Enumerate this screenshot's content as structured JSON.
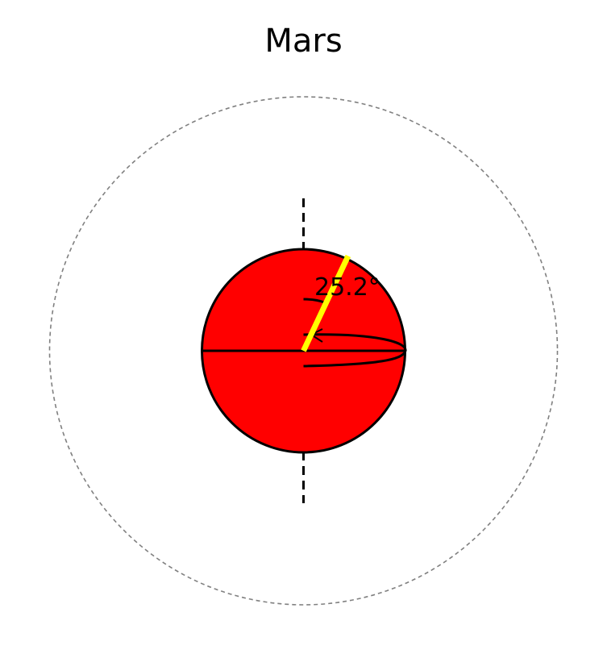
{
  "diagram": {
    "title": "Mars",
    "tilt_label": "25.2°",
    "tilt_degrees": 25.2,
    "colors": {
      "planet_fill": "#ff0000",
      "planet_outline": "#000000",
      "rotation_axis": "#ffff00",
      "reference_axis": "#000000",
      "orbit_ring": "#808080"
    }
  }
}
